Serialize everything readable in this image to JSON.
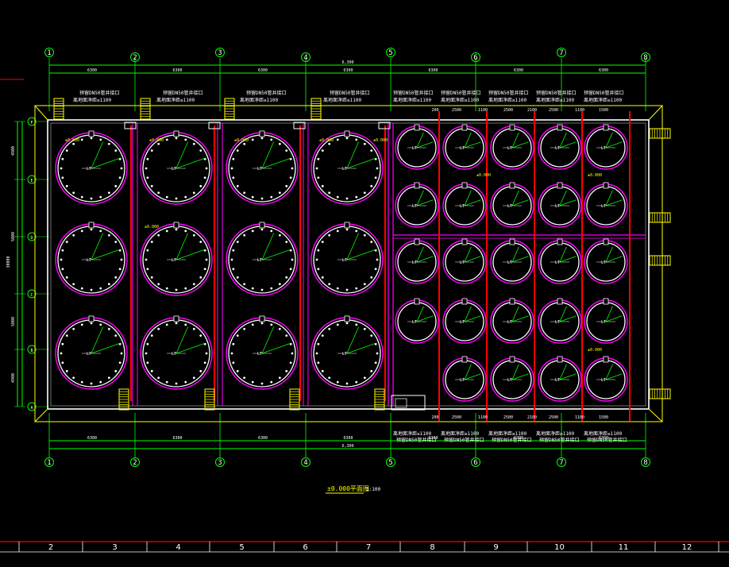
{
  "drawing": {
    "title": "±0.000平面图",
    "scale": "1:100",
    "axes_x": [
      "1",
      "2",
      "3",
      "4",
      "5",
      "6",
      "7",
      "8"
    ],
    "axes_y": [
      "A",
      "B",
      "C",
      "D",
      "E",
      "F"
    ],
    "top_total_dim": "6,300",
    "bottom_total_dim": "6,300",
    "pipe_notes_top_left": [
      {
        "line1": "预留DN50管井接口",
        "line2": "离地面净距≥1100"
      },
      {
        "line1": "预留DN50管井接口",
        "line2": "离地面净距≥1100"
      },
      {
        "line1": "预留DN50管井接口",
        "line2": "离地面净距≥1100"
      },
      {
        "line1": "预留DN50管井接口",
        "line2": "离地面净距≥1100"
      }
    ],
    "pipe_notes_top_right": [
      {
        "line1": "预留DN50管井接口",
        "line2": "离地面净距≥1100"
      },
      {
        "line1": "预留DN50管井接口",
        "line2": "离地面净距≥1100"
      },
      {
        "line1": "预留DN50管井接口",
        "line2": "离地面净距≥1100"
      },
      {
        "line1": "预留DN50管井接口",
        "line2": "离地面净距≥1100"
      },
      {
        "line1": "预留DN50管井接口",
        "line2": "离地面净距≥1100"
      }
    ],
    "pipe_notes_bottom_right": [
      {
        "line1": "离地面净距≥1100",
        "line2": "预留DN50管井接口"
      },
      {
        "line1": "离地面净距≥1100",
        "line2": "预留DN50管井接口"
      },
      {
        "line1": "离地面净距≥1100",
        "line2": "预留DN50管井接口"
      },
      {
        "line1": "离地面净距≥1100",
        "line2": "预留DN50管井接口"
      },
      {
        "line1": "离地面净距≥1100",
        "line2": "预留DN50管井接口"
      }
    ],
    "dims_top_segments": [
      "6300",
      "6300",
      "6300",
      "6300",
      "6300",
      "6300",
      "6300"
    ],
    "dims_bottom_segments": [
      "6300",
      "6300",
      "6300",
      "6300",
      "6300",
      "6300",
      "6300"
    ],
    "dims_right_top": [
      "200",
      "2500",
      "1100",
      "2500",
      "2100",
      "2500",
      "1100",
      "1500"
    ],
    "dims_right_bottom": [
      "200",
      "2500",
      "1100",
      "2500",
      "2100",
      "2500",
      "1100",
      "1500"
    ],
    "left_dims": [
      "4900",
      "5000",
      "5000",
      "4900"
    ],
    "left_total": "30000",
    "elev_label": "±0.000",
    "tank_label_large": "LT",
    "tank_label_small": "LT",
    "bottom_ruler": [
      "2",
      "3",
      "4",
      "5",
      "6",
      "7",
      "8",
      "9",
      "10",
      "11",
      "12"
    ]
  }
}
